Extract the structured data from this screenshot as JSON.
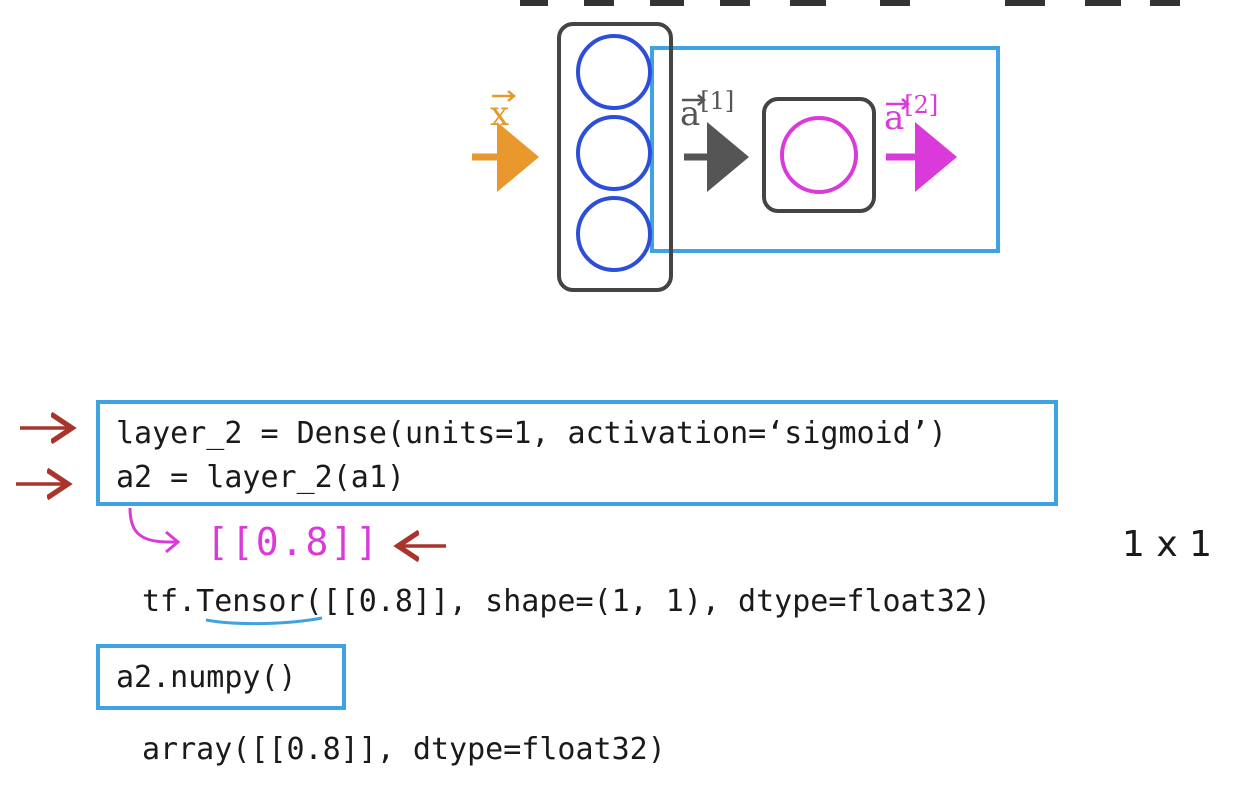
{
  "diagram": {
    "input_label": "x",
    "hidden_activation_label": "a",
    "hidden_activation_sup": "[1]",
    "output_activation_label": "a",
    "output_activation_sup": "[2]",
    "colors": {
      "input": "#e9982e",
      "hidden_neuron": "#2d4ed8",
      "output_neuron": "#d93ad9",
      "layer_box": "#3fa2e2",
      "frame": "#444444",
      "arrow_gray": "#555555"
    }
  },
  "code": {
    "line1": "layer_2 = Dense(units=1, activation=‘sigmoid’)",
    "line2": "a2 = layer_2(a1)",
    "handwritten_value": "[[0.8]]",
    "shape_label": "1 x 1",
    "tensor_output": "tf.Tensor([[0.8]], shape=(1, 1), dtype=float32)",
    "numpy_call": "a2.numpy()",
    "numpy_output": "array([[0.8]], dtype=float32)"
  }
}
